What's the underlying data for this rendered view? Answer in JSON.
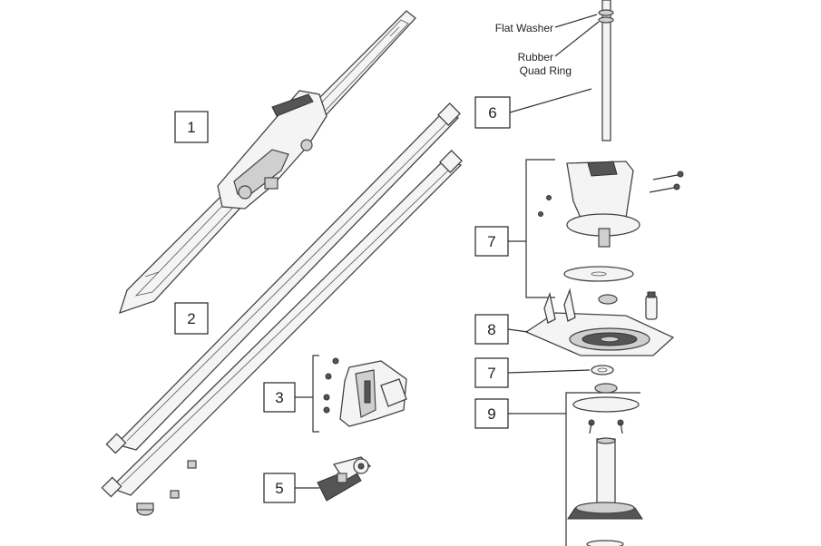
{
  "labels": {
    "flat_washer": "Flat Washer",
    "rubber_line1": "Rubber",
    "rubber_line2": "Quad Ring"
  },
  "callouts": {
    "c1": "1",
    "c2": "2",
    "c3": "3",
    "c5": "5",
    "c6": "6",
    "c7a": "7",
    "c8": "8",
    "c7b": "7",
    "c9": "9"
  }
}
